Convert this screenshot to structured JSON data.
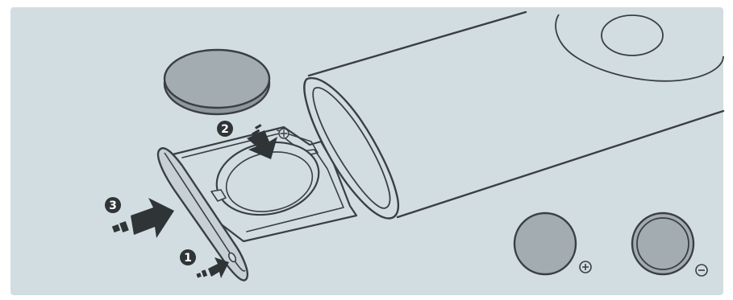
{
  "colors": {
    "background": "#d2dde2",
    "outline": "#3a3f42",
    "battery_fill": "#a3acb1",
    "body_fill": "#d2dde2",
    "badge_fill": "#2f3437",
    "arrow_fill": "#2f3437",
    "page_border": "#ffffff"
  },
  "icons": {
    "remote": "remote-control-body",
    "tray": "battery-tray",
    "coin_cell": "coin-cell-battery",
    "push_arrow": "push-arrow-icon",
    "plus_terminal": "plus-terminal-icon",
    "minus_terminal": "minus-terminal-icon"
  },
  "steps": [
    {
      "number": "1",
      "action": "press"
    },
    {
      "number": "2",
      "action": "insert"
    },
    {
      "number": "3",
      "action": "push-in"
    }
  ],
  "polarity": {
    "plus_symbol": "+",
    "minus_symbol": "−"
  }
}
